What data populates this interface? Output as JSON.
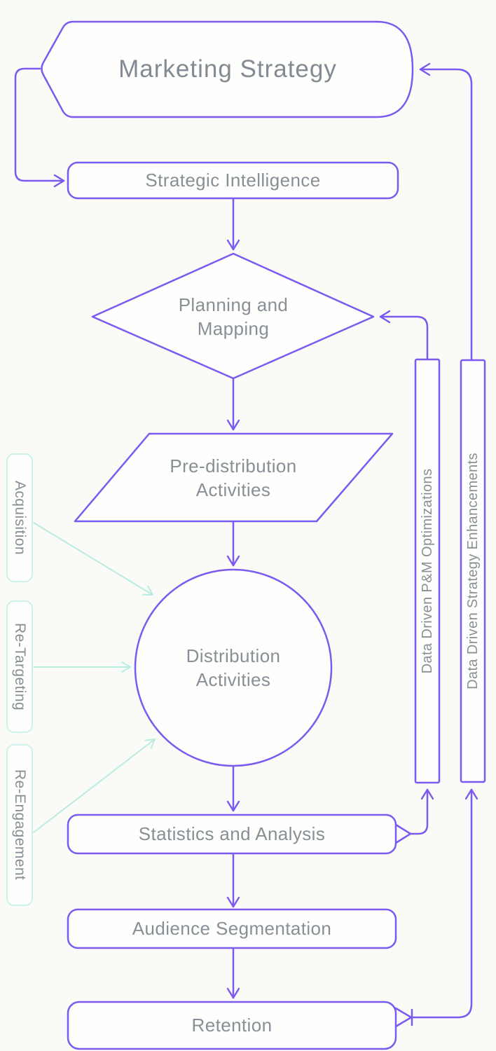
{
  "palette": {
    "background": "#fafaf6",
    "node_stroke_purple": "#7a5af0",
    "tab_stroke_teal": "#cdf2e9",
    "arrow_teal": "#b8ece2",
    "text_gray": "#878f97",
    "node_fill": "#fefefc"
  },
  "nodes": {
    "marketing_strategy": {
      "label": "Marketing Strategy",
      "shape": "flag"
    },
    "strategic_intelligence": {
      "label": "Strategic Intelligence",
      "shape": "rounded-rect"
    },
    "planning_and_mapping": {
      "label": "Planning and Mapping",
      "shape": "diamond"
    },
    "pre_distribution_activities": {
      "label": "Pre-distribution Activities",
      "shape": "parallelogram"
    },
    "distribution_activities": {
      "label": "Distribution Activities",
      "shape": "circle"
    },
    "statistics_and_analysis": {
      "label": "Statistics and Analysis",
      "shape": "rounded-rect"
    },
    "audience_segmentation": {
      "label": "Audience Segmentation",
      "shape": "rounded-rect"
    },
    "retention": {
      "label": "Retention",
      "shape": "rounded-rect"
    },
    "acquisition": {
      "label": "Acquisition",
      "shape": "side-tab"
    },
    "re_targeting": {
      "label": "Re-Targeting",
      "shape": "side-tab"
    },
    "re_engagement": {
      "label": "Re-Engagement",
      "shape": "side-tab"
    },
    "pm_optimizations": {
      "label": "Data Driven P&M Optimizations",
      "shape": "vertical-bar"
    },
    "strategy_enhancements": {
      "label": "Data Driven Strategy Enhancements",
      "shape": "vertical-bar"
    }
  },
  "edges": [
    {
      "from": "marketing_strategy",
      "to": "strategic_intelligence",
      "color": "purple"
    },
    {
      "from": "strategic_intelligence",
      "to": "planning_and_mapping",
      "color": "purple"
    },
    {
      "from": "planning_and_mapping",
      "to": "pre_distribution_activities",
      "color": "purple"
    },
    {
      "from": "pre_distribution_activities",
      "to": "distribution_activities",
      "color": "purple"
    },
    {
      "from": "distribution_activities",
      "to": "statistics_and_analysis",
      "color": "purple"
    },
    {
      "from": "statistics_and_analysis",
      "to": "audience_segmentation",
      "color": "purple"
    },
    {
      "from": "audience_segmentation",
      "to": "retention",
      "color": "purple"
    },
    {
      "from": "statistics_and_analysis",
      "to": "pm_optimizations",
      "color": "purple"
    },
    {
      "from": "pm_optimizations",
      "to": "planning_and_mapping",
      "color": "purple"
    },
    {
      "from": "retention",
      "to": "strategy_enhancements",
      "color": "purple"
    },
    {
      "from": "strategy_enhancements",
      "to": "marketing_strategy",
      "color": "purple"
    },
    {
      "from": "acquisition",
      "to": "distribution_activities",
      "color": "teal"
    },
    {
      "from": "re_targeting",
      "to": "distribution_activities",
      "color": "teal"
    },
    {
      "from": "re_engagement",
      "to": "distribution_activities",
      "color": "teal"
    }
  ]
}
